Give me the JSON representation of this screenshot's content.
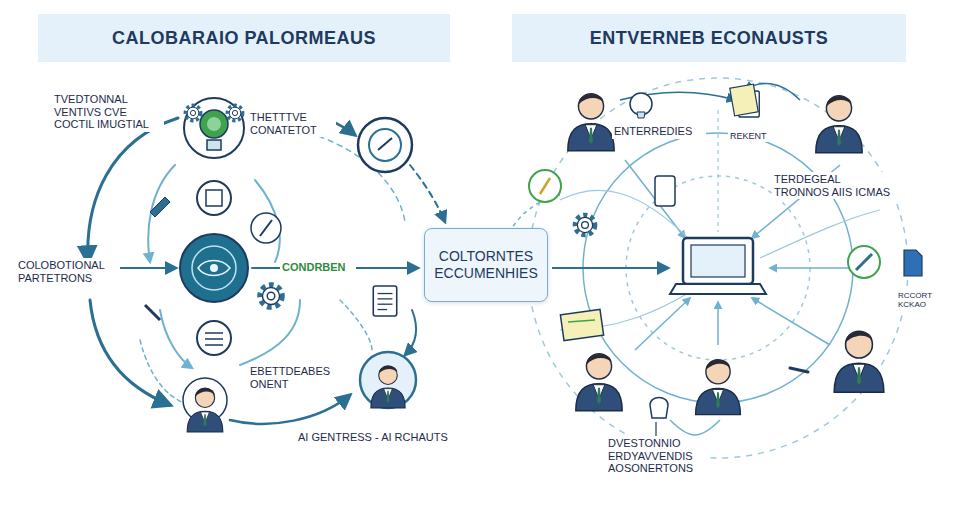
{
  "diagram": {
    "nodes": [
      {
        "text": [
          "CALOBARAIO PALORMEAUS"
        ]
      },
      {
        "text": [
          "ENTVERNEB ECONAUSTS"
        ]
      },
      {
        "text": [
          "COLTORNTES ECCUMENHIES"
        ]
      }
    ],
    "labels": [
      "TVEDTONNAL VENTIVS CVE COCTIL IMUGTIAL",
      "THETTTVE CONATETOT",
      "COLOBOTIONAL PARTETRONS",
      "CONDRBEN",
      "EBETTDEABES ONENT",
      "AI GENTRESS - AI RCHAUTS",
      "ENTERREDIES",
      "REKENT",
      "TERDEGEAL TRONNOS AIIS ICMAS",
      "RCCORT KCKAO",
      "DVESTONNIO ERDYAVVENDIS AOSONERTONS"
    ]
  }
}
